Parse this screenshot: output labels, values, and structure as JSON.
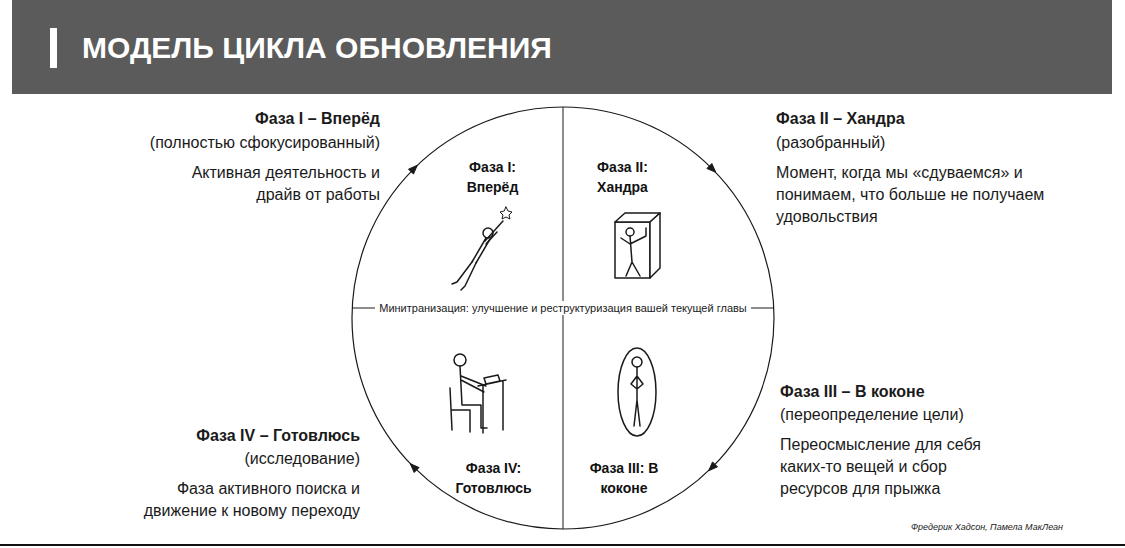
{
  "diagram": {
    "title": "МОДЕЛЬ ЦИКЛА ОБНОВЛЕНИЯ",
    "caption": "Фредерик Хадсон, Памела МакЛеан",
    "nodes": [
      {
        "text": [
          "Минитранизация: улучшение и реструктуризация вашей текущей главы"
        ]
      },
      {
        "text": [
          "Фаза I: Вперёд"
        ],
        "in": 0
      },
      {
        "text": [
          "Фаза II: Хандра"
        ],
        "in": 0
      },
      {
        "text": [
          "Фаза III: В коконе"
        ],
        "in": 0
      },
      {
        "text": [
          "Фаза IV: Готовлюсь"
        ],
        "in": 0
      }
    ],
    "labels": [
      "Фаза I – Вперёд",
      "(полностью сфокусированный)",
      "Активная деятельность и драйв от работы",
      "Фаза II – Хандра",
      "(разобранный)",
      "Момент, когда мы «сдуваемся» и понимаем, что больше не получаем удовольствия",
      "Фаза III – В коконе",
      "(переопределение цели)",
      "Переосмысление для себя каких-то вещей и сбор ресурсов для прыжка",
      "Фаза IV – Готовлюсь",
      "(исследование)",
      "Фаза активного поиска и движение к новому переходу"
    ]
  }
}
